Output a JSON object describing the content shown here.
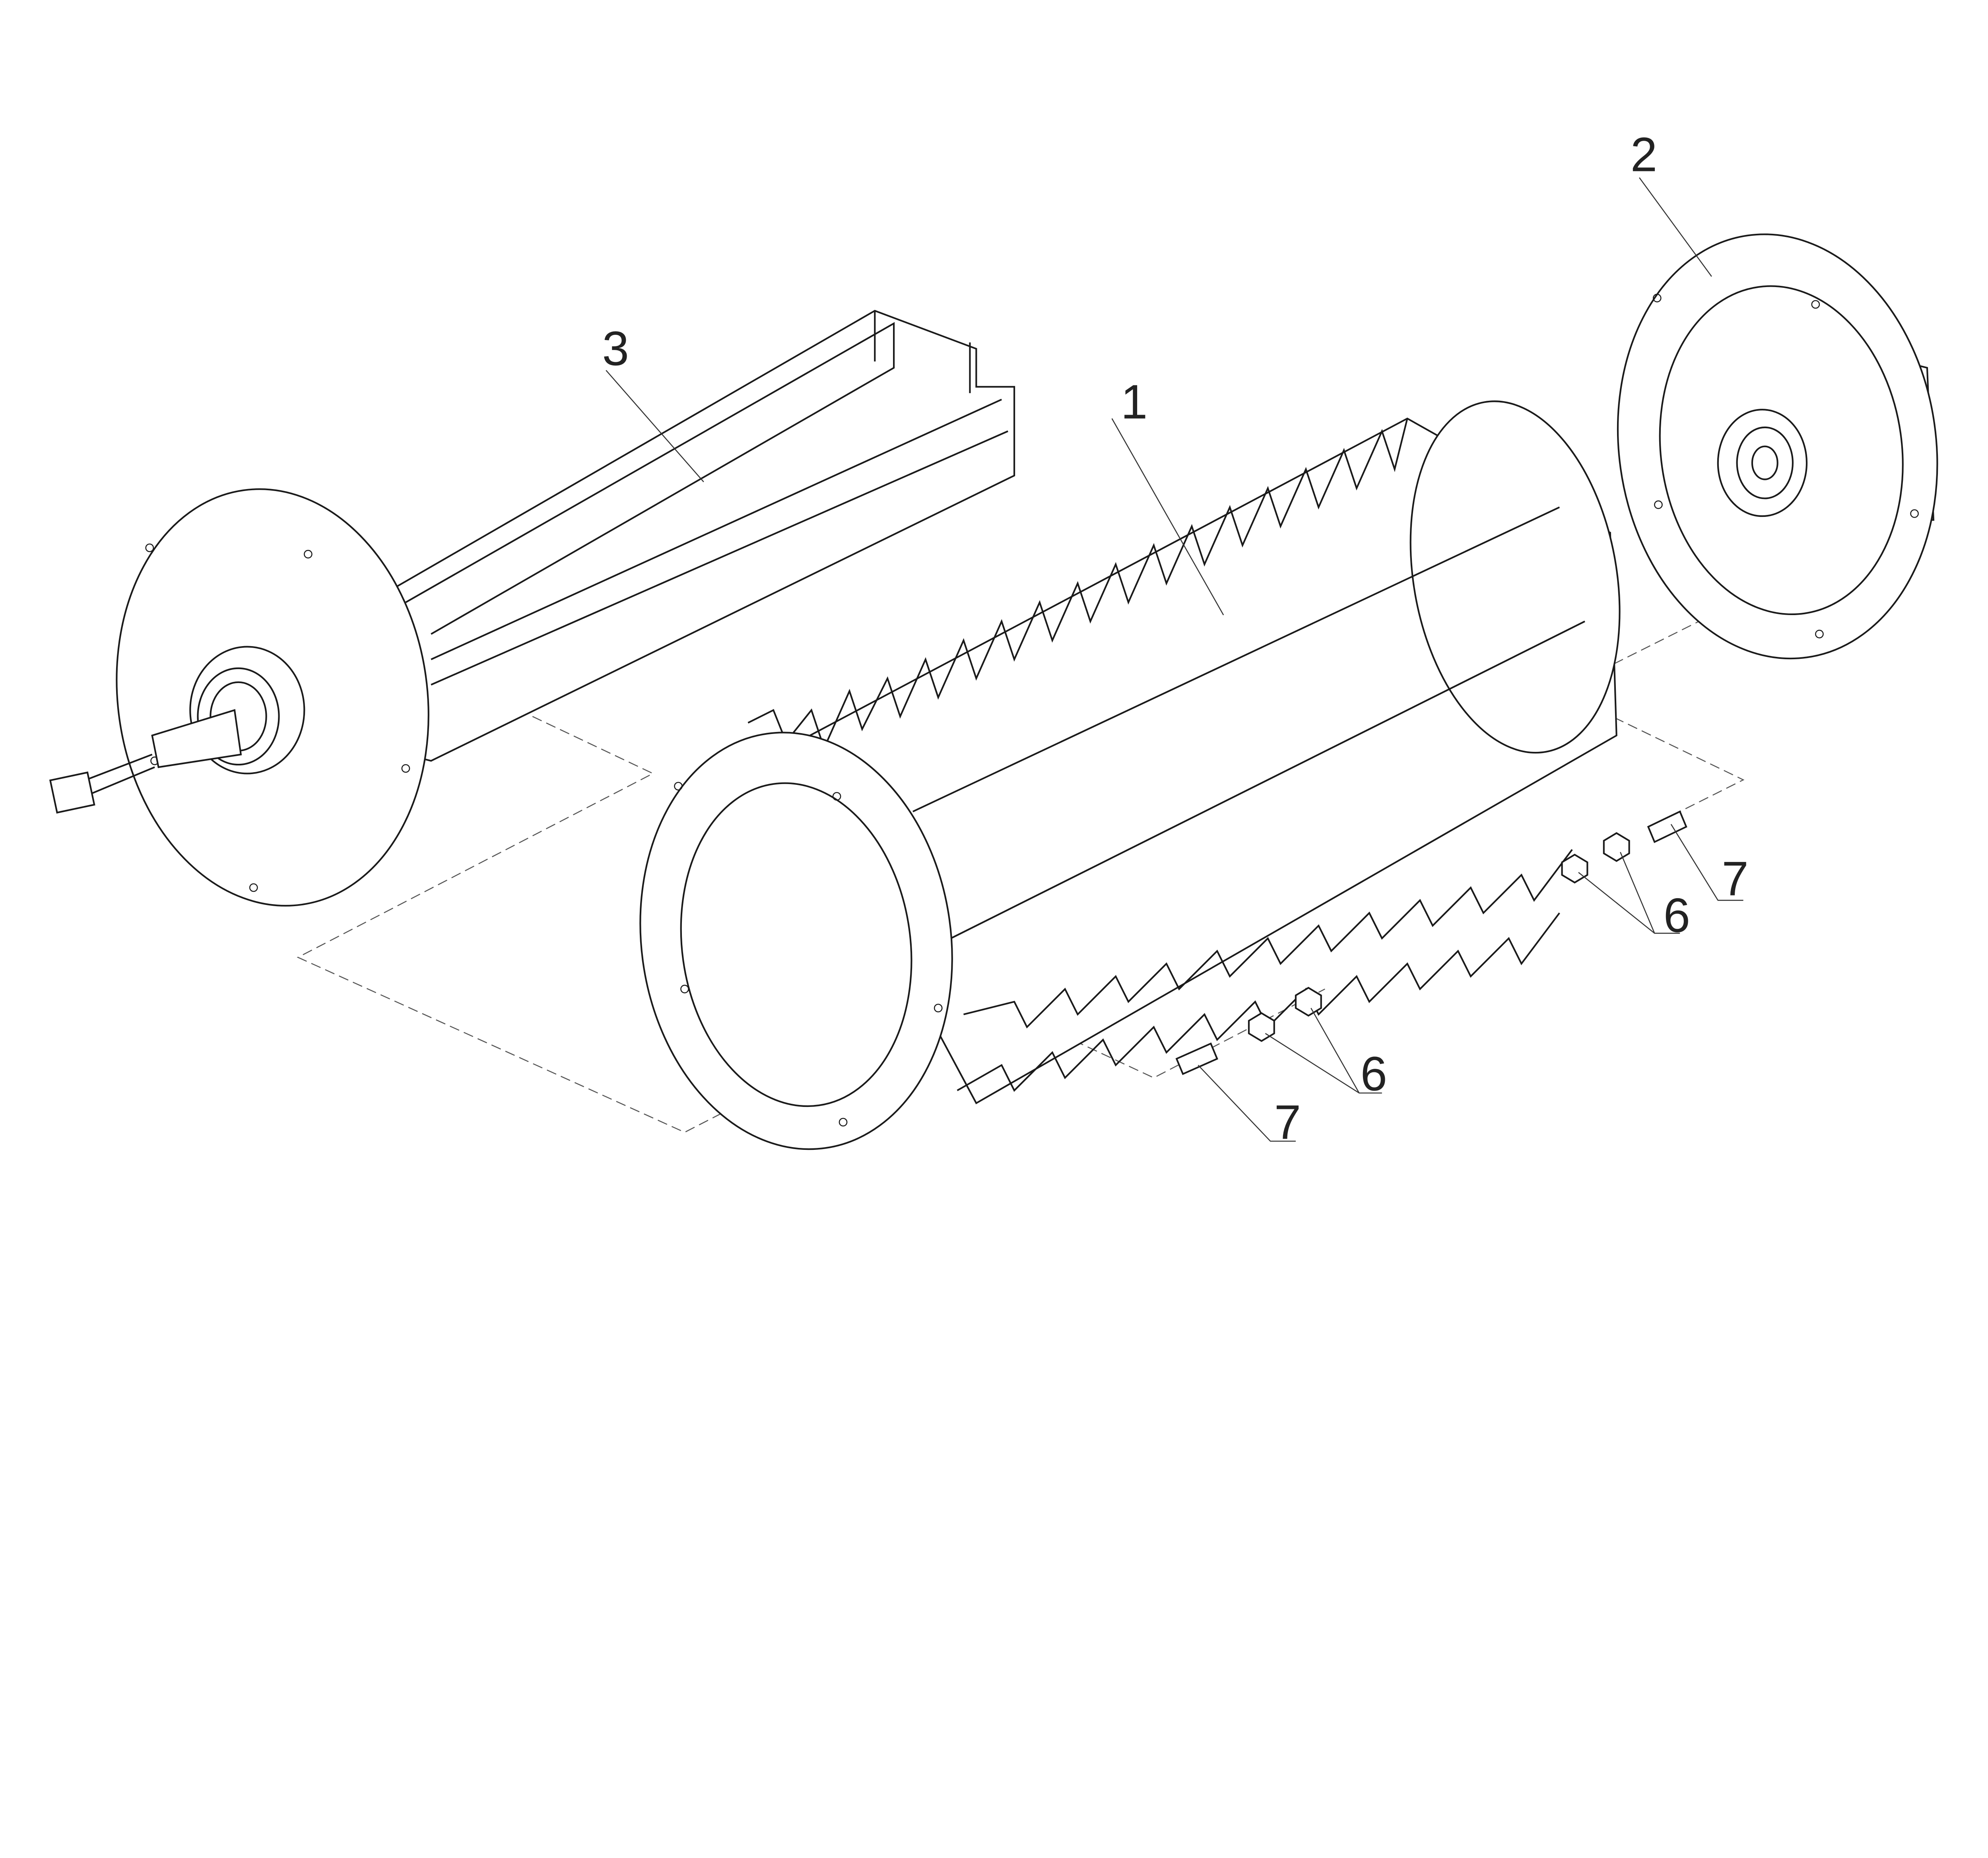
{
  "drawing": {
    "type": "exploded assembly view",
    "callouts": [
      {
        "id": "part-1",
        "text": "1"
      },
      {
        "id": "part-2",
        "text": "2"
      },
      {
        "id": "part-3",
        "text": "3"
      },
      {
        "id": "part-6-right",
        "text": "6"
      },
      {
        "id": "part-7-right",
        "text": "7"
      },
      {
        "id": "part-6-lower",
        "text": "6"
      },
      {
        "id": "part-7-lower",
        "text": "7"
      }
    ]
  }
}
